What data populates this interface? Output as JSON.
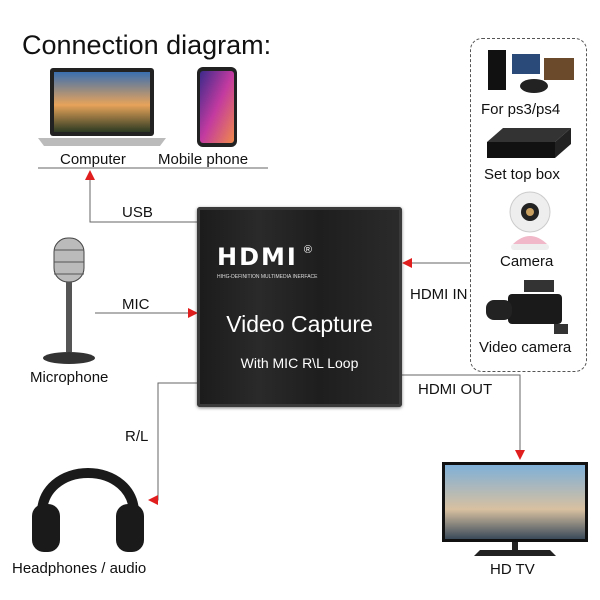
{
  "title": "Connection diagram:",
  "device": {
    "logo": "HDMI",
    "registered": "®",
    "logo_subtitle": "HIHG-DEFINITION MULTIMEDIA INERFACE",
    "name": "Video Capture",
    "subtitle": "With MIC R\\L Loop"
  },
  "outputs": {
    "computer": "Computer",
    "mobile_phone": "Mobile phone",
    "usb": "USB",
    "rl": "R/L",
    "headphones": "Headphones / audio",
    "hdmi_out": "HDMI OUT",
    "hd_tv": "HD  TV"
  },
  "inputs": {
    "microphone": "Microphone",
    "mic": "MIC",
    "hdmi_in": "HDMI IN",
    "sources": [
      "For ps3/ps4",
      "Set top box",
      "Camera",
      "Video camera"
    ]
  },
  "colors": {
    "arrow": "#e01e1e",
    "line": "#555555",
    "device": "#222222"
  }
}
